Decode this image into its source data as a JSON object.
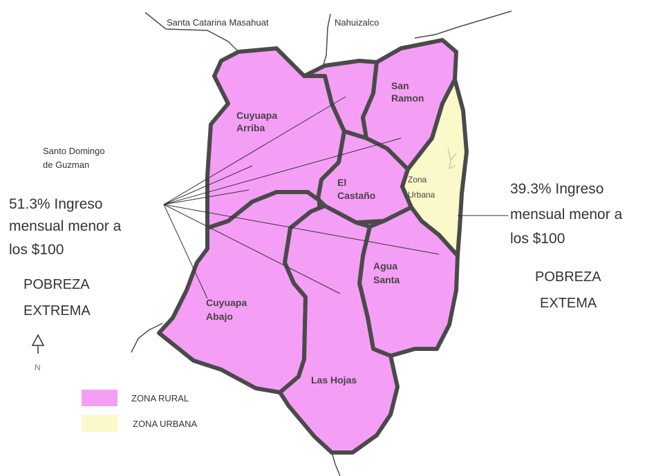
{
  "colors": {
    "rural": "#f59ef5",
    "urban": "#fbf8c9",
    "border": "#4a4a4a",
    "text": "#333333"
  },
  "neighbors": {
    "north_left": "Santa Catarina Masahuat",
    "north_right": "Nahuizalco",
    "west_line1": "Santo Domingo",
    "west_line2": "de Guzman"
  },
  "regions": {
    "cuyuapa_arriba": [
      "Cuyuapa",
      "Arriba"
    ],
    "san_ramon": [
      "San",
      "Ramon"
    ],
    "el_castano": [
      "El",
      "Castaño"
    ],
    "zona_urbana": [
      "Zona",
      "Urbana"
    ],
    "agua_santa": [
      "Agua",
      "Santa"
    ],
    "cuyuapa_abajo": [
      "Cuyuapa",
      "Abajo"
    ],
    "las_hojas": "Las Hojas"
  },
  "annotations": {
    "left": {
      "line1": "51.3% Ingreso",
      "line2": "mensual menor a",
      "line3": "los $100",
      "poverty1": "POBREZA",
      "poverty2": "EXTREMA"
    },
    "right": {
      "line1": "39.3% Ingreso",
      "line2": "mensual menor a",
      "line3": "los $100",
      "poverty1": "POBREZA",
      "poverty2": "EXTEMA"
    }
  },
  "north_arrow": {
    "label": "N",
    "icon": "north-arrow-icon"
  },
  "legend": {
    "rural": "ZONA RURAL",
    "urban": "ZONA URBANA"
  }
}
